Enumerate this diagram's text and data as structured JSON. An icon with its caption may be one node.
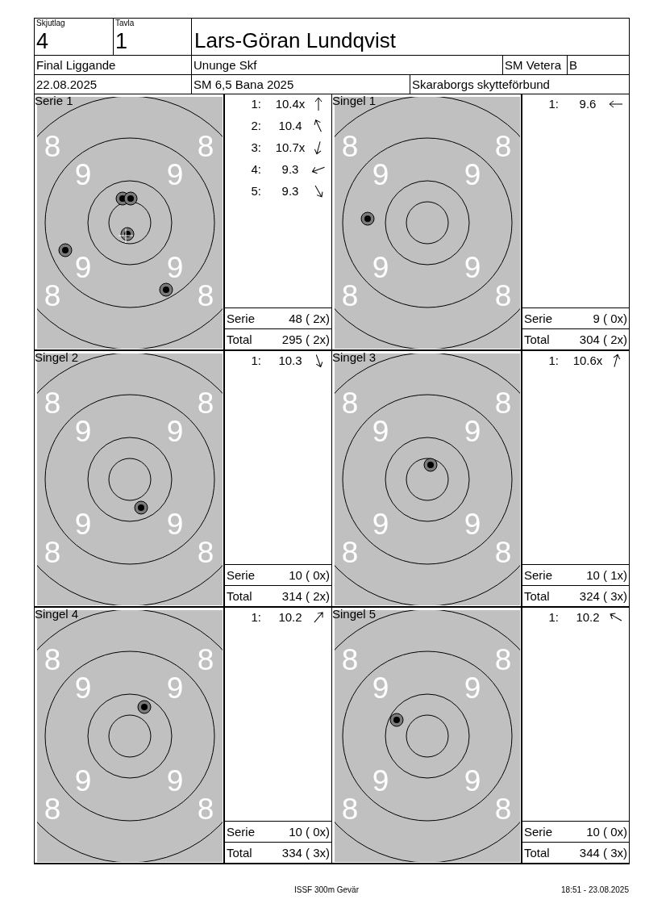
{
  "diagram": {
    "labels": [
      "Skjutlag",
      "4",
      "Tavla",
      "1",
      "Lars-Göran Lundqvist",
      "Final Liggande",
      "Ununge Skf",
      "SM Vetera",
      "B",
      "22.08.2025",
      "SM 6,5 Bana 2025",
      "Skaraborgs skytteförbund",
      "Serie 1",
      "8",
      "8",
      "9",
      "9",
      "9",
      "9",
      "8",
      "8",
      "1:",
      "10.4x",
      "2:",
      "10.4",
      "3:",
      "10.7x",
      "4:",
      "9.3",
      "5:",
      "9.3",
      "Serie",
      "48 ( 2x)",
      "Total",
      "295 ( 2x)",
      "Singel 1",
      "8",
      "8",
      "9",
      "9",
      "9",
      "9",
      "8",
      "8",
      "1:",
      "9.6",
      "Serie",
      "9 ( 0x)",
      "Total",
      "304 ( 2x)",
      "Singel 2",
      "8",
      "8",
      "9",
      "9",
      "9",
      "9",
      "8",
      "8",
      "1:",
      "10.3",
      "Serie",
      "10 ( 0x)",
      "Total",
      "314 ( 2x)",
      "Singel 3",
      "8",
      "8",
      "9",
      "9",
      "9",
      "9",
      "8",
      "8",
      "1:",
      "10.6x",
      "Serie",
      "10 ( 1x)",
      "Total",
      "324 ( 3x)",
      "Singel 4",
      "8",
      "8",
      "9",
      "9",
      "9",
      "9",
      "8",
      "8",
      "1:",
      "10.2",
      "Serie",
      "10 ( 0x)",
      "Total",
      "334 ( 3x)",
      "Singel 5",
      "8",
      "8",
      "9",
      "9",
      "9",
      "9",
      "8",
      "8",
      "1:",
      "10.2",
      "Serie",
      "10 ( 0x)",
      "Total",
      "344 ( 3x)",
      "ISSF 300m Gevär",
      "18:51 - 23.08.2025"
    ]
  }
}
